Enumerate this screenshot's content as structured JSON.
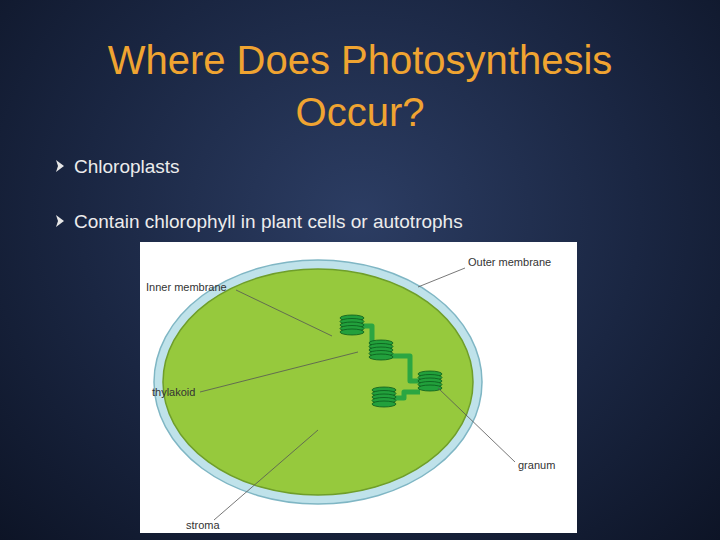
{
  "diagram": {
    "title": "Where Does Photosynthesis Occur?",
    "labels": [
      "Chloroplasts",
      "Contain chlorophyll in plant cells or autotrophs",
      "Outer membrane",
      "Inner membrane",
      "thylakoid",
      "granum",
      "stroma"
    ]
  }
}
